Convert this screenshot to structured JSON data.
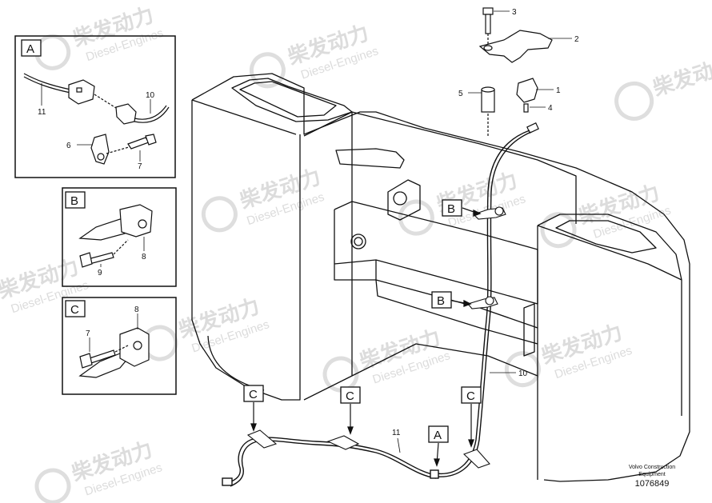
{
  "watermark": {
    "cn": "柴发动力",
    "en": "Diesel-Engines"
  },
  "detail_boxes": [
    {
      "letter": "A",
      "callouts": [
        "11",
        "10",
        "6",
        "7"
      ]
    },
    {
      "letter": "B",
      "callouts": [
        "8",
        "9"
      ]
    },
    {
      "letter": "C",
      "callouts": [
        "8",
        "7"
      ]
    }
  ],
  "main_callouts": [
    "3",
    "2",
    "1",
    "4",
    "5",
    "10",
    "11"
  ],
  "view_flags": [
    "B",
    "B",
    "C",
    "C",
    "C",
    "A"
  ],
  "footer": {
    "maker_line1": "Volvo Construction",
    "maker_line2": "Equipment",
    "part_number": "1076849"
  }
}
